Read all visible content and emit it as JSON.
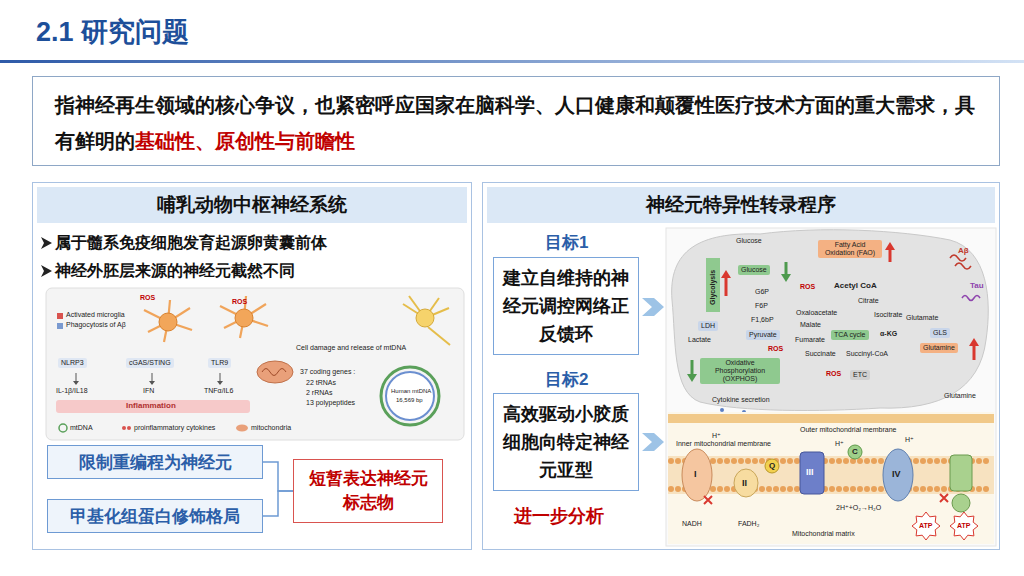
{
  "diagram": {
    "title": "2.1 研究问题",
    "nodes": [
      {
        "text": [
          "指神经再生领域的核心争议，也紧密呼应国家在脑科学、人口健康和颠覆性医疗技术方面的重大需求，具有鲜明的",
          "基础性、原创性与前瞻性"
        ]
      },
      {
        "text": [
          "哺乳动物中枢神经系统",
          "属于髓系免疫细胞发育起源卵黄囊前体",
          "神经外胚层来源的神经元截然不同"
        ]
      },
      {
        "text": [
          "限制重编程为神经元"
        ],
        "in": 1
      },
      {
        "text": [
          "甲基化组蛋白修饰格局"
        ],
        "in": 1
      },
      {
        "text": [
          "短暂表达神经元标志物"
        ],
        "in": 1
      },
      {
        "text": [
          "神经元特异性转录程序"
        ]
      },
      {
        "text": [
          "建立自维持的神经元调控网络正反馈环"
        ],
        "in": 5
      },
      {
        "text": [
          "高效驱动小胶质细胞向特定神经元亚型"
        ],
        "in": 5
      }
    ],
    "edges": [
      {
        "from": 2,
        "to": 4,
        "arrow": "none"
      },
      {
        "from": 3,
        "to": 4,
        "arrow": "none"
      }
    ],
    "labels": [
      "目标1",
      "目标2",
      "进一步分析",
      "ROS",
      "ROS",
      "Activated microglia",
      "Phagocytosis of Aβ",
      "NLRP3",
      "cGAS/STING",
      "TLR9",
      "IL-1β/IL18",
      "IFN",
      "TNFα/IL6",
      "Inflammation",
      "Cell damage and release of mtDNA",
      "37 coding genes :",
      "22 tRNAs",
      "2 rRNAs",
      "13 polypeptides",
      "Human mtDNA",
      "16,569 bp",
      "mtDNA",
      "proinflammatory cytokines",
      "mitochondria",
      "Glucose",
      "Glucose",
      "G6P",
      "F6P",
      "F1,6bP",
      "Pyruvate",
      "Lactate",
      "LDH",
      "Glycolysis",
      "Fatty Acid Oxidation (FAO)",
      "Acetyl CoA",
      "Citrate",
      "Oxaloacetate",
      "Isocitrate",
      "Malate",
      "TCA cycle",
      "α-KG",
      "Fumarate",
      "Succinate",
      "Succinyl-CoA",
      "Glutamate",
      "GLS",
      "Glutamine",
      "Glutamine",
      "ETC",
      "Oxidative Phosphorylation (OXPHOS)",
      "Cytokine secretion",
      "Aβ",
      "Tau",
      "ROS",
      "ROS",
      "ROS",
      "Outer mitochondrial membrane",
      "Inner mitochondrial membrane",
      "I",
      "II",
      "Q",
      "III",
      "C",
      "IV",
      "NADH",
      "FADH₂",
      "Mitochondrial matrix",
      "2H⁺+O₂→H₂O",
      "ATP",
      "ATP",
      "H⁺",
      "H⁺",
      "H⁺"
    ]
  }
}
